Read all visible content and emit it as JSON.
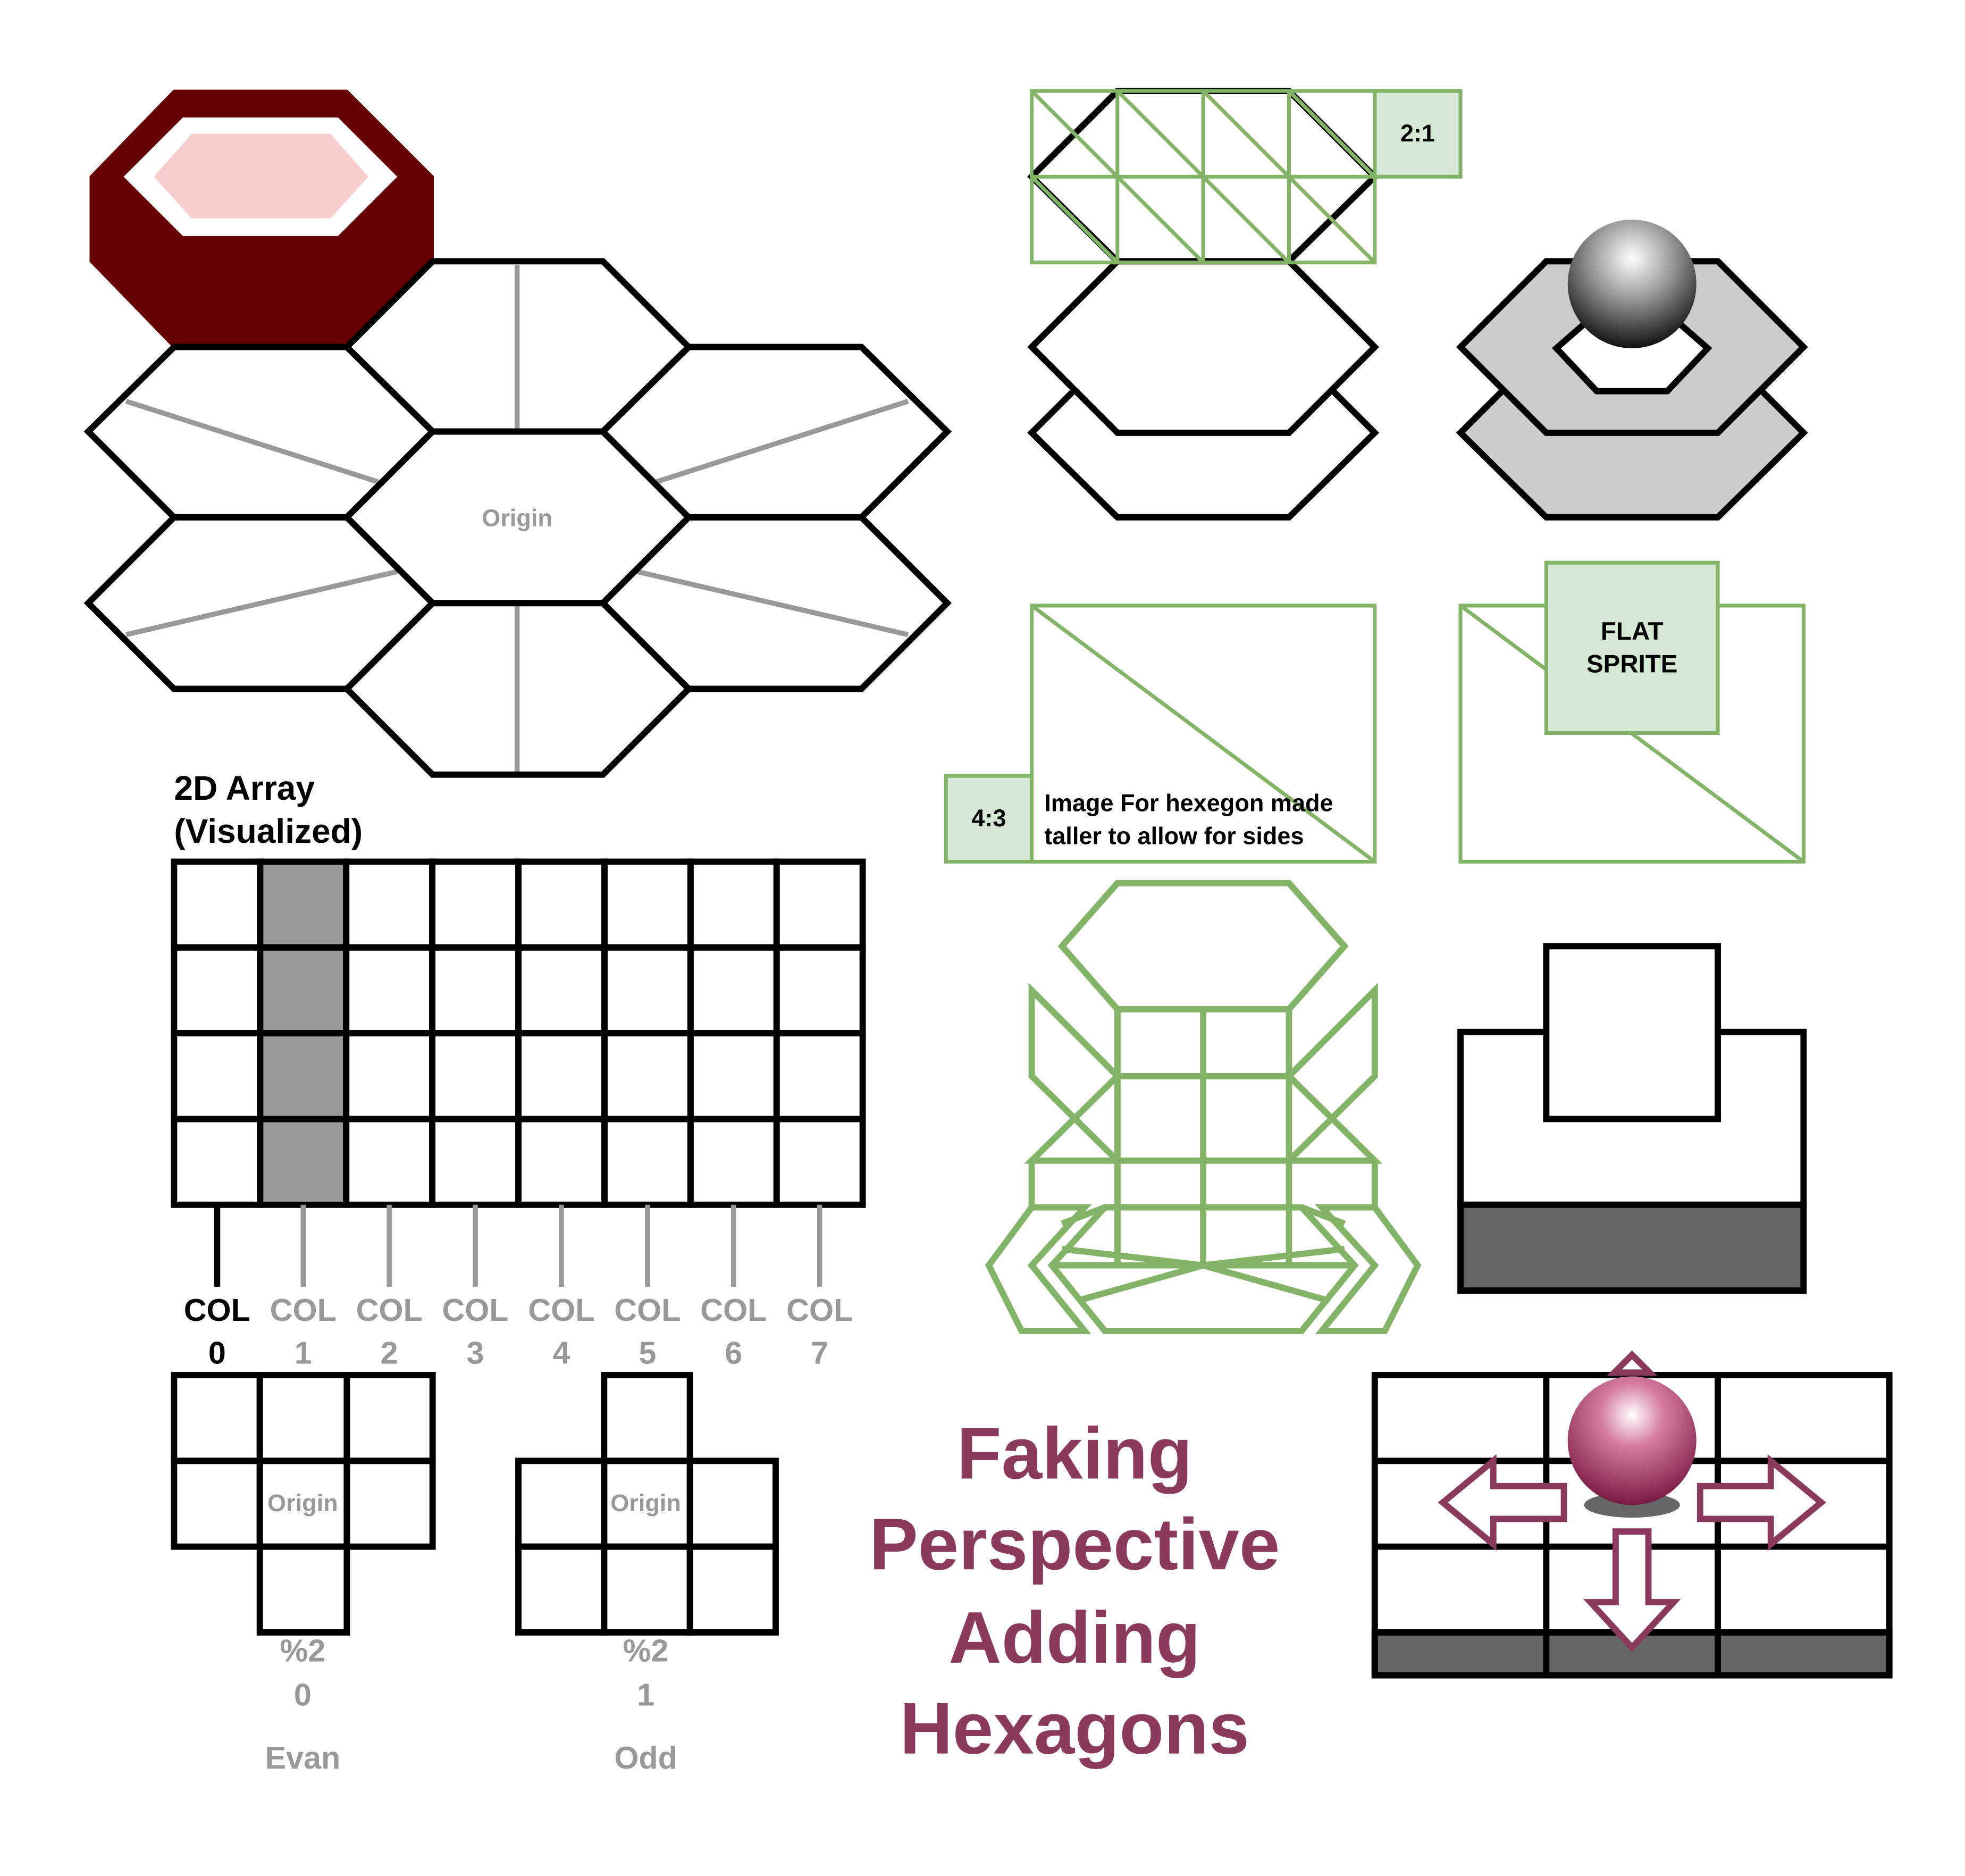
{
  "colors": {
    "stroke": "#000000",
    "green": "#82b366",
    "green_fill": "#d5e8d4",
    "gray_line": "#999999",
    "gray_fill": "#cccccc",
    "dark_gray": "#666666",
    "highlight": "#999999",
    "title": "#8b3a5e",
    "maroon": "#660000",
    "pink": "#f8cecc"
  },
  "hex_map": {
    "origin_label": "Origin"
  },
  "array_panel": {
    "title_line1": "2D Array",
    "title_line2": "(Visualized)",
    "rows": 4,
    "cols": 8,
    "highlighted_col": 1,
    "col_word": "COL",
    "col_numbers": [
      "0",
      "1",
      "2",
      "3",
      "4",
      "5",
      "6",
      "7"
    ]
  },
  "parity": {
    "even": {
      "origin_label": "Origin",
      "mod_label": "%2",
      "value": "0",
      "name": "Evan"
    },
    "odd": {
      "origin_label": "Origin",
      "mod_label": "%2",
      "value": "1",
      "name": "Odd"
    }
  },
  "ratio_labels": {
    "two_to_one": "2:1",
    "four_to_three": "4:3"
  },
  "image_note": {
    "line1": "Image For hexegon made",
    "line2": "taller to allow for sides"
  },
  "flat_sprite": {
    "line1": "FLAT",
    "line2": "SPRITE"
  },
  "title": {
    "line1": "Faking",
    "line2": "Perspective",
    "line3": "Adding",
    "line4": "Hexagons"
  }
}
